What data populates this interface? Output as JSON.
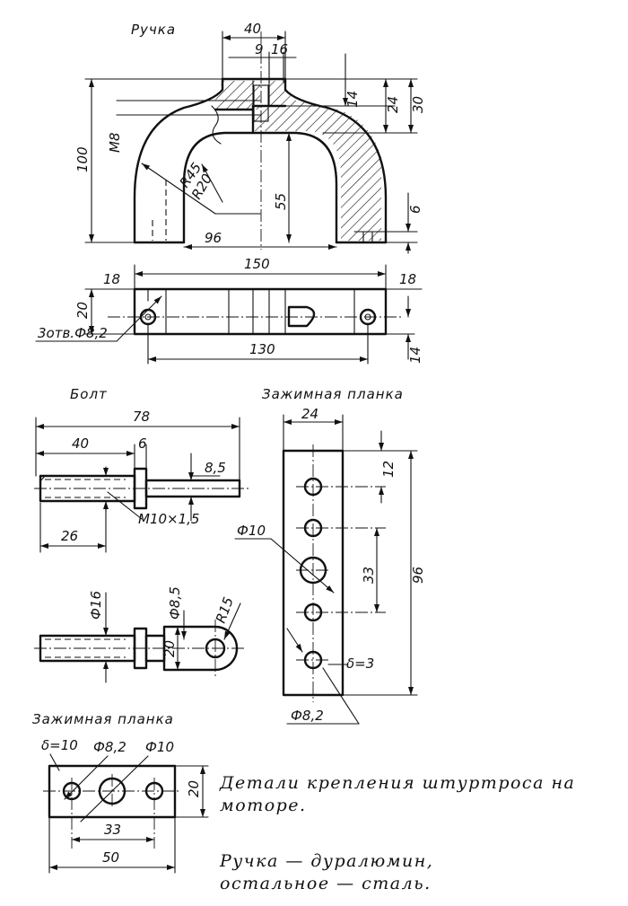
{
  "handle": {
    "title": "Ручка",
    "dims": {
      "d40": "40",
      "d9": "9",
      "d16": "16",
      "d14": "14",
      "d24": "24",
      "d30": "30",
      "d100": "100",
      "m8": "M8",
      "r20": "R20",
      "r45": "R45",
      "d55": "55",
      "d6": "6",
      "d96": "96"
    }
  },
  "handle_plan": {
    "dims": {
      "d18a": "18",
      "d150": "150",
      "d18b": "18",
      "d20": "20",
      "holes": "3отв.Ф8,2",
      "d130": "130",
      "d14": "14"
    }
  },
  "bolt": {
    "title": "Болт",
    "dims": {
      "d78": "78",
      "d40": "40",
      "d6": "6",
      "d8_5": "8,5",
      "thread": "M10×1,5",
      "d26": "26"
    }
  },
  "bolt_plan": {
    "dims": {
      "d16": "Ф16",
      "d8_5": "Ф8,5",
      "r15": "R15",
      "d20": "20"
    }
  },
  "clamp_strip": {
    "title": "Зажимная планка",
    "dims": {
      "d24": "24",
      "d12": "12",
      "d10": "Ф10",
      "d33": "33",
      "d96": "96",
      "thickness": "δ=3",
      "d8_2": "Ф8,2"
    }
  },
  "clamp_plate": {
    "title": "Зажимная планка",
    "dims": {
      "thickness": "δ=10",
      "d8_2": "Ф8,2",
      "d10": "Ф10",
      "d20": "20",
      "d33": "33",
      "d50": "50"
    }
  },
  "caption": {
    "line1": "Детали крепления штуртроса на",
    "line2": "моторе.",
    "line3": "Ручка — дуралюмин,",
    "line4": "остальное — сталь."
  }
}
